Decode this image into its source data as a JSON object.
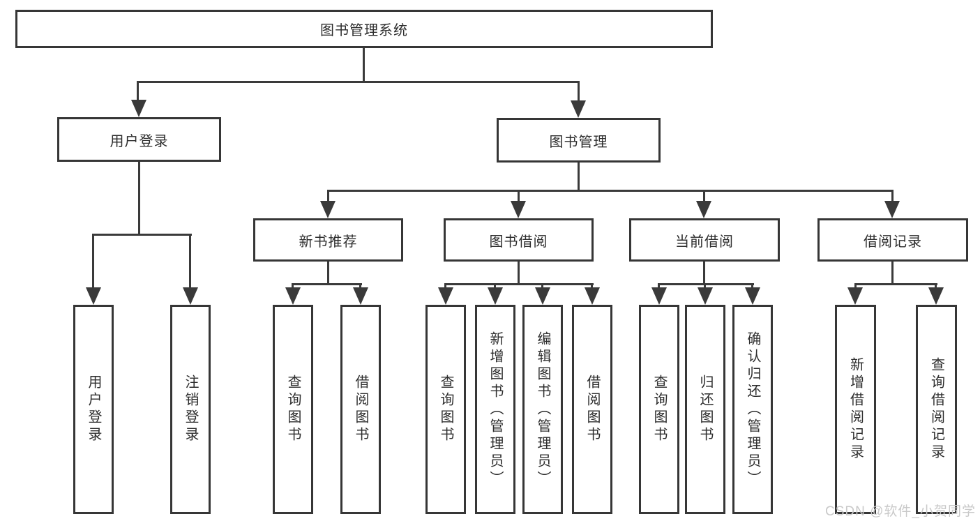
{
  "diagram": {
    "root": {
      "label": "图书管理系统"
    },
    "level2": [
      {
        "label": "用户登录"
      },
      {
        "label": "图书管理"
      }
    ],
    "level3": [
      {
        "label": "新书推荐"
      },
      {
        "label": "图书借阅"
      },
      {
        "label": "当前借阅"
      },
      {
        "label": "借阅记录"
      }
    ],
    "leaves": {
      "user_login": [
        "用户登录",
        "注销登录"
      ],
      "new_books": [
        "查询图书",
        "借阅图书"
      ],
      "book_borrow": [
        "查询图书",
        "新增图书（管理员）",
        "编辑图书（管理员）",
        "借阅图书"
      ],
      "current_borrow": [
        "查询图书",
        "归还图书",
        "确认归还（管理员）"
      ],
      "borrow_records": [
        "新增借阅记录",
        "查询借阅记录"
      ]
    },
    "colors": {
      "line": "#3a3a3a",
      "border": "#363636",
      "text": "#2d2d2d",
      "watermark": "#c9c9c9"
    },
    "watermark": "CSDN @软件_小贺同学"
  }
}
